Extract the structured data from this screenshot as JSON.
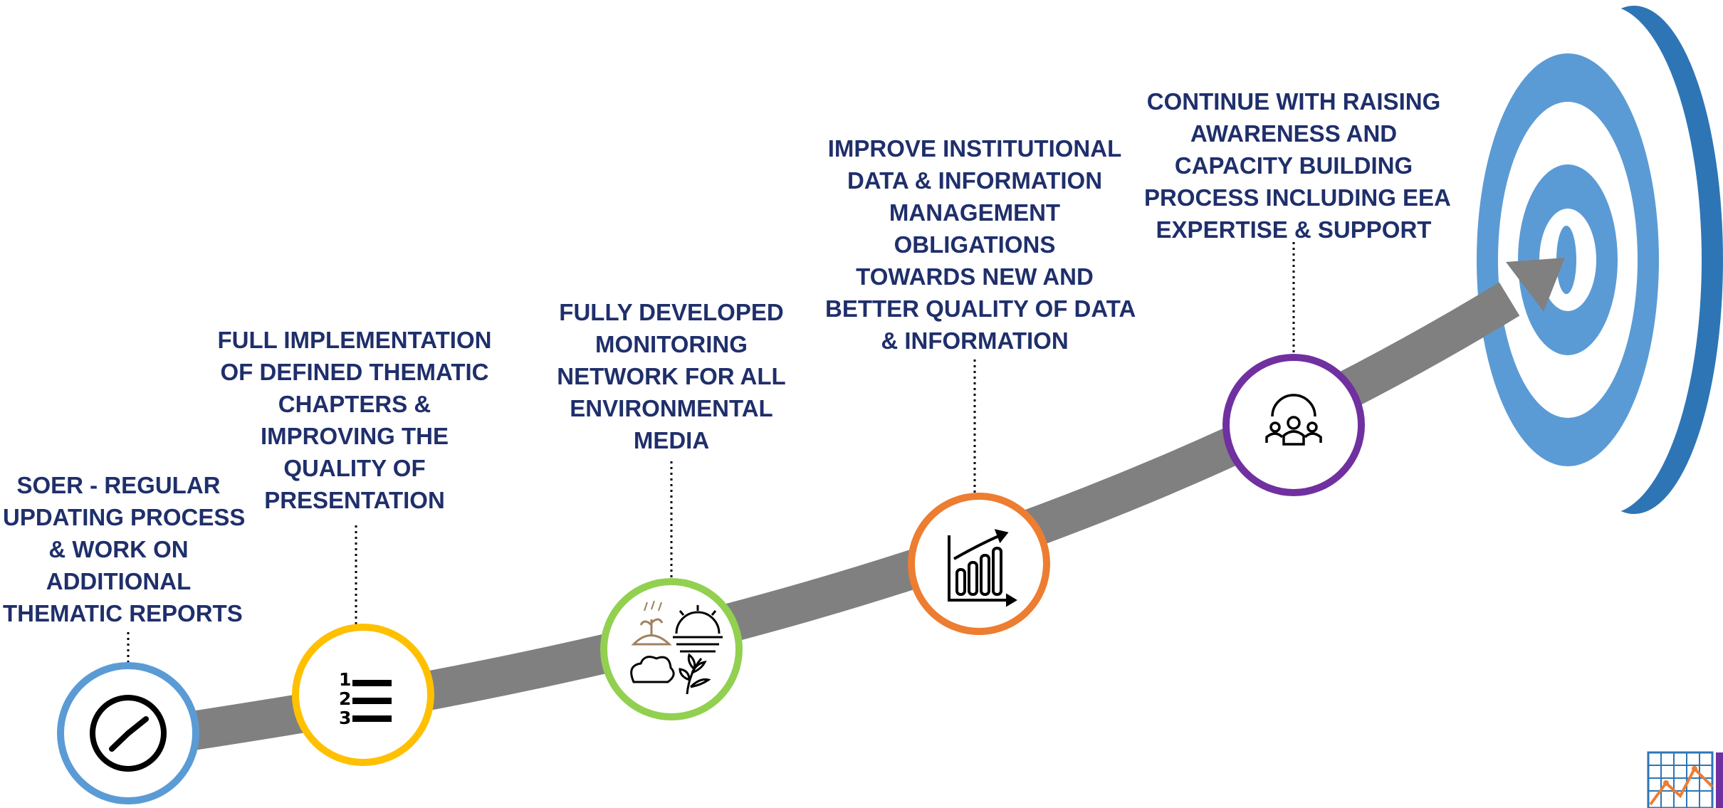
{
  "colors": {
    "text": "#1f2f6b",
    "arrow": "#808080",
    "target_dark": "#2e75b6",
    "target_light": "#5b9bd5",
    "step1_ring": "#5b9bd5",
    "step2_ring": "#ffc000",
    "step3_ring": "#92d050",
    "step4_ring": "#ed7d31",
    "step5_ring": "#7030a0"
  },
  "steps": [
    {
      "icon": "clock-icon",
      "lines": [
        "SOER - REGULAR",
        "UPDATING PROCESS",
        "& WORK ON",
        "ADDITIONAL",
        "THEMATIC REPORTS"
      ]
    },
    {
      "icon": "numbered-list-icon",
      "lines": [
        "FULL IMPLEMENTATION",
        "OF DEFINED THEMATIC",
        "CHAPTERS &",
        "IMPROVING THE",
        "QUALITY OF",
        "PRESENTATION"
      ]
    },
    {
      "icon": "environment-media-icon",
      "lines": [
        "FULLY DEVELOPED",
        "MONITORING",
        "NETWORK FOR ALL",
        "ENVIRONMENTAL",
        "MEDIA"
      ]
    },
    {
      "icon": "growth-chart-icon",
      "lines": [
        "IMPROVE INSTITUTIONAL",
        "DATA & INFORMATION",
        "MANAGEMENT",
        "OBLIGATIONS",
        "TOWARDS NEW AND",
        "BETTER QUALITY OF DATA",
        "& INFORMATION"
      ]
    },
    {
      "icon": "people-group-icon",
      "lines": [
        "CONTINUE WITH RAISING",
        "AWARENESS AND",
        "CAPACITY BUILDING",
        "PROCESS INCLUDING EEA",
        "EXPERTISE & SUPPORT"
      ]
    }
  ]
}
